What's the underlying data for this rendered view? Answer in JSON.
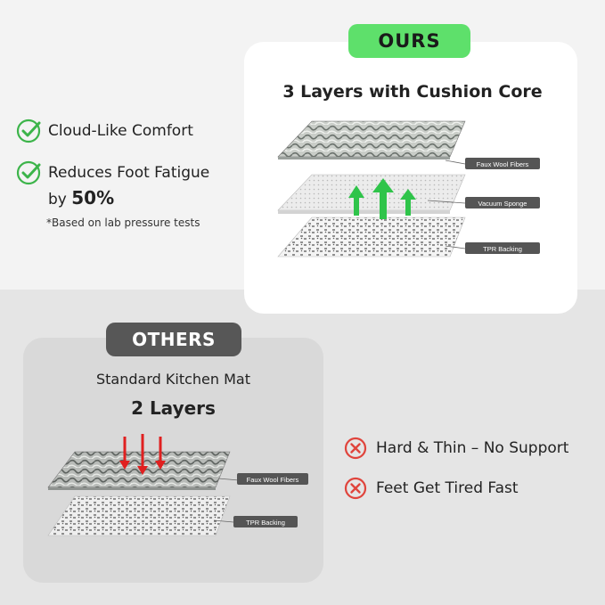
{
  "ours": {
    "badge": "OURS",
    "title": "3 Layers with Cushion Core",
    "layers": [
      {
        "label": "Faux Wool Fibers"
      },
      {
        "label": "Vacuum Sponge"
      },
      {
        "label": "TPR Backing"
      }
    ]
  },
  "features": [
    {
      "text": "Cloud-Like Comfort",
      "icon": "check-circle-icon"
    },
    {
      "text_prefix": "Reduces Foot Fatigue",
      "text_by": "by ",
      "value": "50%",
      "icon": "check-circle-icon"
    }
  ],
  "note": "*Based on lab pressure tests",
  "others": {
    "badge": "OTHERS",
    "subtitle": "Standard Kitchen Mat",
    "title": "2 Layers",
    "layers": [
      {
        "label": "Faux Wool Fibers"
      },
      {
        "label": "TPR Backing"
      }
    ]
  },
  "cons": [
    {
      "text": "Hard & Thin – No Support",
      "icon": "x-circle-icon"
    },
    {
      "text": "Feet Get Tired Fast",
      "icon": "x-circle-icon"
    }
  ],
  "colors": {
    "accent_green": "#5ee06b",
    "check_green": "#3cb44a",
    "others_gray": "#575757",
    "cross_red": "#e0443c",
    "arrow_red": "#e02020"
  }
}
